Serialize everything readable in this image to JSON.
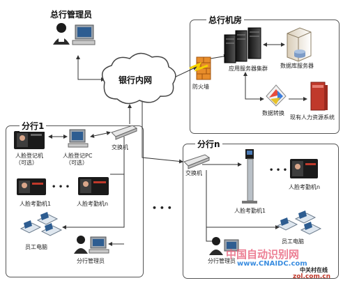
{
  "hq_manager": "总行管理员",
  "network": "银行内网",
  "datacenter": {
    "title": "总行机房",
    "firewall": "防火墙",
    "app_cluster": "应用服务器集群",
    "db_server": "数据库服务器",
    "data_convert": "数据转换",
    "hr_system": "现有人力资源系统"
  },
  "branch1": {
    "title": "分行1",
    "face_register": "人脸登记机",
    "face_register_opt": "（可选）",
    "register_pc": "人脸登记PC",
    "register_pc_opt": "（可选）",
    "switch": "交换机",
    "attendance1": "人脸考勤机1",
    "attendance_n": "人脸考勤机n",
    "dots": "• • •",
    "staff_pc": "员工电脑",
    "manager": "分行管理员"
  },
  "between_dots": "• • •",
  "branchn": {
    "title": "分行n",
    "switch": "交换机",
    "attendance1": "人脸考勤机1",
    "attendance_n": "人脸考勤机n",
    "dots": "• • •",
    "staff_pc": "员工电脑",
    "manager": "分行管理员"
  },
  "watermark": {
    "cn": "中国自动识别网",
    "url": "www.CNAIDC.com",
    "logo": "中关村在线",
    "logo_url": "zol.com.cn"
  },
  "colors": {
    "line": "#333333",
    "firewall": "#e07010",
    "server": "#222222",
    "accent": "#c0392b"
  }
}
